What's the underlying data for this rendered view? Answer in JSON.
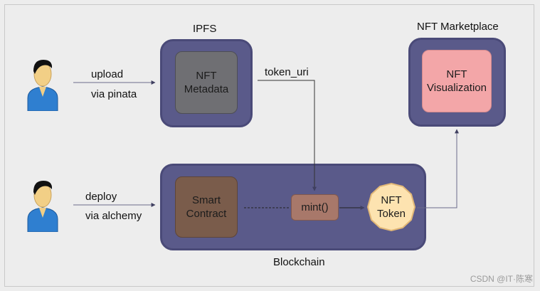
{
  "ipfs": {
    "title": "IPFS",
    "box": "NFT\nMetadata"
  },
  "marketplace": {
    "title": "NFT Marketplace",
    "box": "NFT\nVisualization"
  },
  "blockchain": {
    "title": "Blockchain",
    "contract": "Smart\nContract",
    "mint": "mint()",
    "token": "NFT\nToken"
  },
  "arrows": {
    "upload": "upload",
    "via_pinata": "via pinata",
    "token_uri": "token_uri",
    "deploy": "deploy",
    "via_alchemy": "via alchemy"
  },
  "watermark": "CSDN @IT·陈寒",
  "colors": {
    "panel": "#5a5a8a",
    "metadata": "#6f6f73",
    "visualization": "#f3a6a8",
    "contract": "#7a5c4b",
    "mint": "#a8786a",
    "token": "#fde3b0"
  },
  "icons": [
    "user-icon",
    "user-icon"
  ]
}
